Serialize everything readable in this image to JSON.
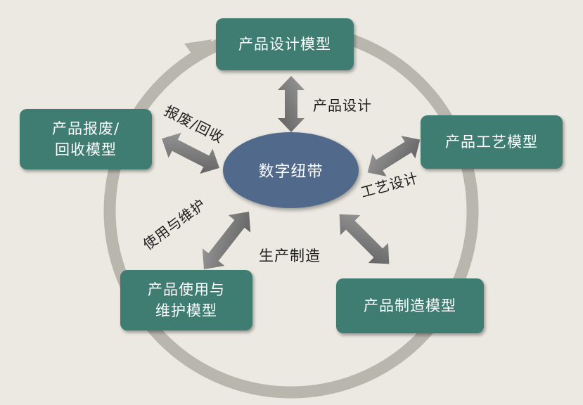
{
  "hub": {
    "label": "数字纽带"
  },
  "models": {
    "design": "产品设计模型",
    "process": "产品工艺模型",
    "manufacturing": "产品制造模型",
    "usage_line1": "产品使用与",
    "usage_line2": "维护模型",
    "scrap_line1": "产品报废/",
    "scrap_line2": "回收模型"
  },
  "links": {
    "design": "产品设计",
    "process": "工艺设计",
    "manufacturing": "生产制造",
    "usage": "使用与维护",
    "scrap": "报废/回收"
  },
  "colors": {
    "box_fill": "#3f7d72",
    "hub_fill": "#51698a",
    "ring": "#b9b6ae",
    "arrow": "#7a7a7a",
    "background": "#ece9e2"
  }
}
